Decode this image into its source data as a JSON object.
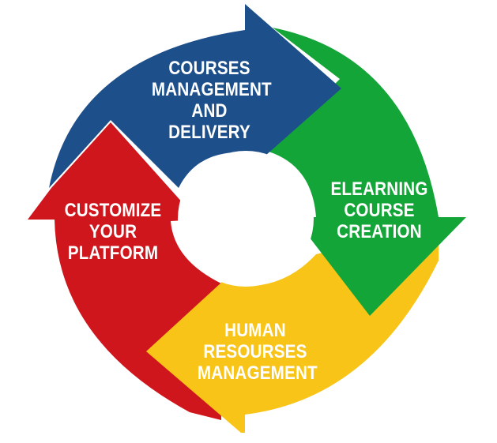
{
  "colors": {
    "blue": "#1d4f8b",
    "green": "#13a538",
    "yellow": "#f7c417",
    "red": "#d0161d",
    "text": "#ffffff",
    "background": "#ffffff"
  },
  "segments": {
    "blue": {
      "lines": [
        "COURSES",
        "MANAGEMENT",
        "AND DELIVERY"
      ]
    },
    "green": {
      "lines": [
        "ELEARNING",
        "COURSE",
        "CREATION"
      ]
    },
    "yellow": {
      "lines": [
        "HUMAN",
        "RESOURSES",
        "MANAGEMENT"
      ]
    },
    "red": {
      "lines": [
        "CUSTOMIZE",
        "YOUR",
        "PLATFORM"
      ]
    }
  }
}
